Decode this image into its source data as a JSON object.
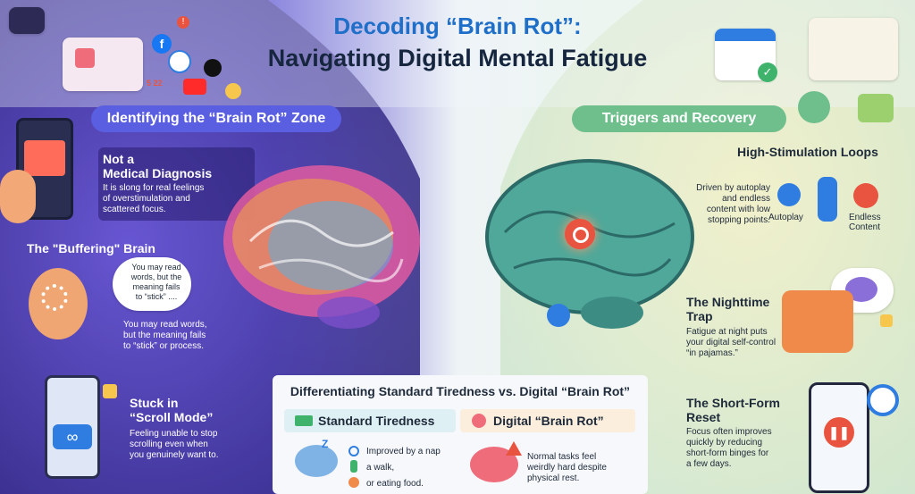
{
  "title": {
    "line1": "Decoding “Brain Rot”:",
    "line2": "Navigating Digital Mental Fatigue"
  },
  "left_section": {
    "header": "Identifying the “Brain Rot” Zone",
    "not_medical": {
      "title_line1": "Not a",
      "title_line2": "Medical Diagnosis",
      "body_line1": "It is slong for real feelings",
      "body_line2": "of overstimulation and",
      "body_line3": "scattered focus."
    },
    "buffering": {
      "title": "The \"Buffering\" Brain",
      "bubble_line1": "You may read",
      "bubble_line2": "words, but the",
      "bubble_line3": "meaning fails",
      "bubble_line4": "to “stick” ....",
      "body_line1": "You may read words,",
      "body_line2": "but the meaning fails",
      "body_line3": "to “stick” or process."
    },
    "scroll": {
      "title_line1": "Stuck in",
      "title_line2": "“Scroll Mode”",
      "body_line1": "Feeling unable to stop",
      "body_line2": "scrolling even when",
      "body_line3": "you genuinely want to."
    },
    "notification_count": "5 22"
  },
  "right_section": {
    "header": "Triggers and Recovery",
    "loops": {
      "title": "High-Stimulation Loops",
      "body_line1": "Driven by autoplay",
      "body_line2": "and endless",
      "body_line3": "content with low",
      "body_line4": "stopping points.",
      "autoplay": "Autoplay",
      "endless_line1": "Endless",
      "endless_line2": "Content"
    },
    "nighttime": {
      "title_line1": "The Nighttime",
      "title_line2": "Trap",
      "body_line1": "Fatigue at night puts",
      "body_line2": "your digital self-control",
      "body_line3": "“in pajamas.”"
    },
    "shortform": {
      "title_line1": "The Short-Form",
      "title_line2": "Reset",
      "body_line1": "Focus often improves",
      "body_line2": "quickly by reducing",
      "body_line3": "short-form binges for",
      "body_line4": "a few days."
    }
  },
  "comparison": {
    "title": "Differentiating Standard Tiredness vs. Digital “Brain Rot”",
    "standard": {
      "label": "Standard Tiredness",
      "item1": "Improved by a nap",
      "item2": "a walk,",
      "item3": "or eating food.",
      "zz": "Z"
    },
    "digital": {
      "label": "Digital “Brain Rot”",
      "body_line1": "Normal tasks feel",
      "body_line2": "weirdly hard despite",
      "body_line3": "physical rest."
    }
  },
  "colors": {
    "title_blue": "#1f6fc9",
    "title_dark": "#16263f",
    "left_pill": "#5a5ee0",
    "right_pill": "#6fbf8c",
    "alert_red": "#e8543f",
    "icon_blue": "#2f7de1"
  }
}
